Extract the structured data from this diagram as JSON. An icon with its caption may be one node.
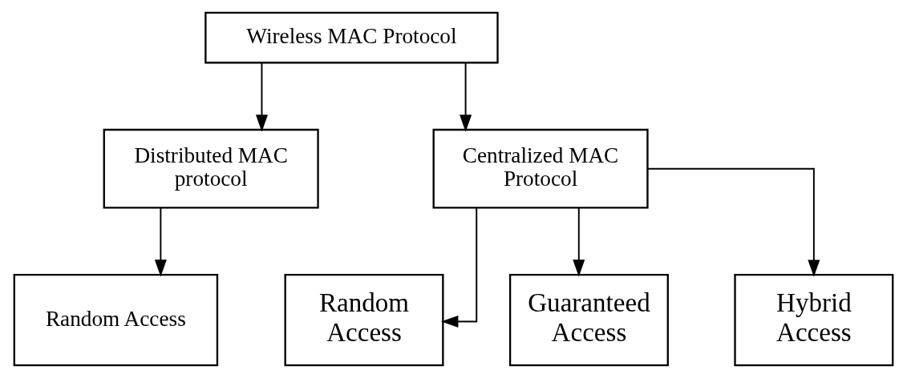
{
  "diagram": {
    "nodes": [
      {
        "text": [
          "Wireless MAC Protocol"
        ]
      },
      {
        "text": [
          "Distributed MAC protocol"
        ]
      },
      {
        "text": [
          "Centralized MAC Protocol"
        ]
      },
      {
        "text": [
          "Random Access"
        ]
      },
      {
        "text": [
          "Random Access"
        ]
      },
      {
        "text": [
          "Guaranteed Access"
        ]
      },
      {
        "text": [
          "Hybrid Access"
        ]
      }
    ],
    "edges": [
      {
        "from": 0,
        "to": 1,
        "arrow": "to"
      },
      {
        "from": 0,
        "to": 2,
        "arrow": "to"
      },
      {
        "from": 1,
        "to": 3,
        "arrow": "to"
      },
      {
        "from": 2,
        "to": 4,
        "arrow": "to"
      },
      {
        "from": 2,
        "to": 5,
        "arrow": "to"
      },
      {
        "from": 2,
        "to": 6,
        "arrow": "to"
      }
    ]
  }
}
